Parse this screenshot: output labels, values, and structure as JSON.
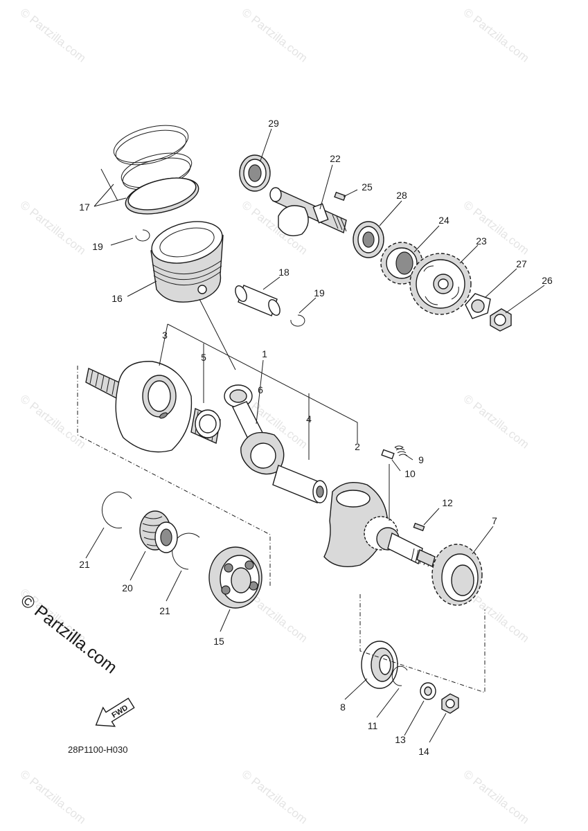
{
  "watermark": {
    "text": "© Partzilla.com"
  },
  "brand": {
    "text": "© Partzilla.com"
  },
  "diagram_code": "28P1100-H030",
  "fwd_label": "FWD",
  "callouts": {
    "c1": "1",
    "c2": "2",
    "c3": "3",
    "c4": "4",
    "c5": "5",
    "c6": "6",
    "c7": "7",
    "c8": "8",
    "c9": "9",
    "c10": "10",
    "c11": "11",
    "c12": "12",
    "c13": "13",
    "c14": "14",
    "c15": "15",
    "c16": "16",
    "c17": "17",
    "c18": "18",
    "c19a": "19",
    "c19b": "19",
    "c20": "20",
    "c21a": "21",
    "c21b": "21",
    "c22": "22",
    "c23": "23",
    "c24": "24",
    "c25": "25",
    "c26": "26",
    "c27": "27",
    "c28": "28",
    "c29": "29"
  }
}
